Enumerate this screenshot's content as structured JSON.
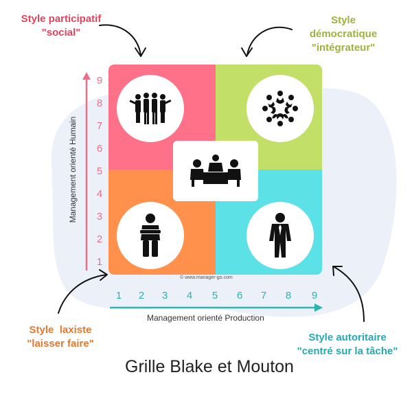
{
  "styles": {
    "participatif": {
      "line1": "Style participatif",
      "line2": "\"social\"",
      "color": "#e2445c"
    },
    "democratique": {
      "line1": "Style",
      "line2": "démocratique",
      "line3": "\"intégrateur\"",
      "color": "#9db33c"
    },
    "laxiste": {
      "line1": "Style  laxiste",
      "line2": "\"laisser faire\"",
      "color": "#e07a33"
    },
    "autoritaire": {
      "line1": "Style autoritaire",
      "line2": "\"centré sur la tâche\"",
      "color": "#23aab3"
    }
  },
  "quadrant_colors": {
    "top_left": "#ff7089",
    "top_right": "#c2df68",
    "bottom_left": "#ff914d",
    "bottom_right": "#5ce1e6"
  },
  "axes": {
    "y_label": "Management orienté Humain",
    "x_label": "Management orienté Production",
    "y_ticks": [
      "9",
      "8",
      "7",
      "6",
      "5",
      "4",
      "3",
      "2",
      "1"
    ],
    "x_ticks": [
      "1",
      "2",
      "3",
      "4",
      "5",
      "6",
      "7",
      "8",
      "9"
    ],
    "y_color": "#ee6e88",
    "x_color": "#2bb3b3"
  },
  "credit": "© www.manager-go.com",
  "title": "Grille Blake et Mouton",
  "icons": [
    "team-group-icon",
    "network-circle-icon",
    "meeting-table-icon",
    "crossed-arms-person-icon",
    "businessman-icon"
  ]
}
